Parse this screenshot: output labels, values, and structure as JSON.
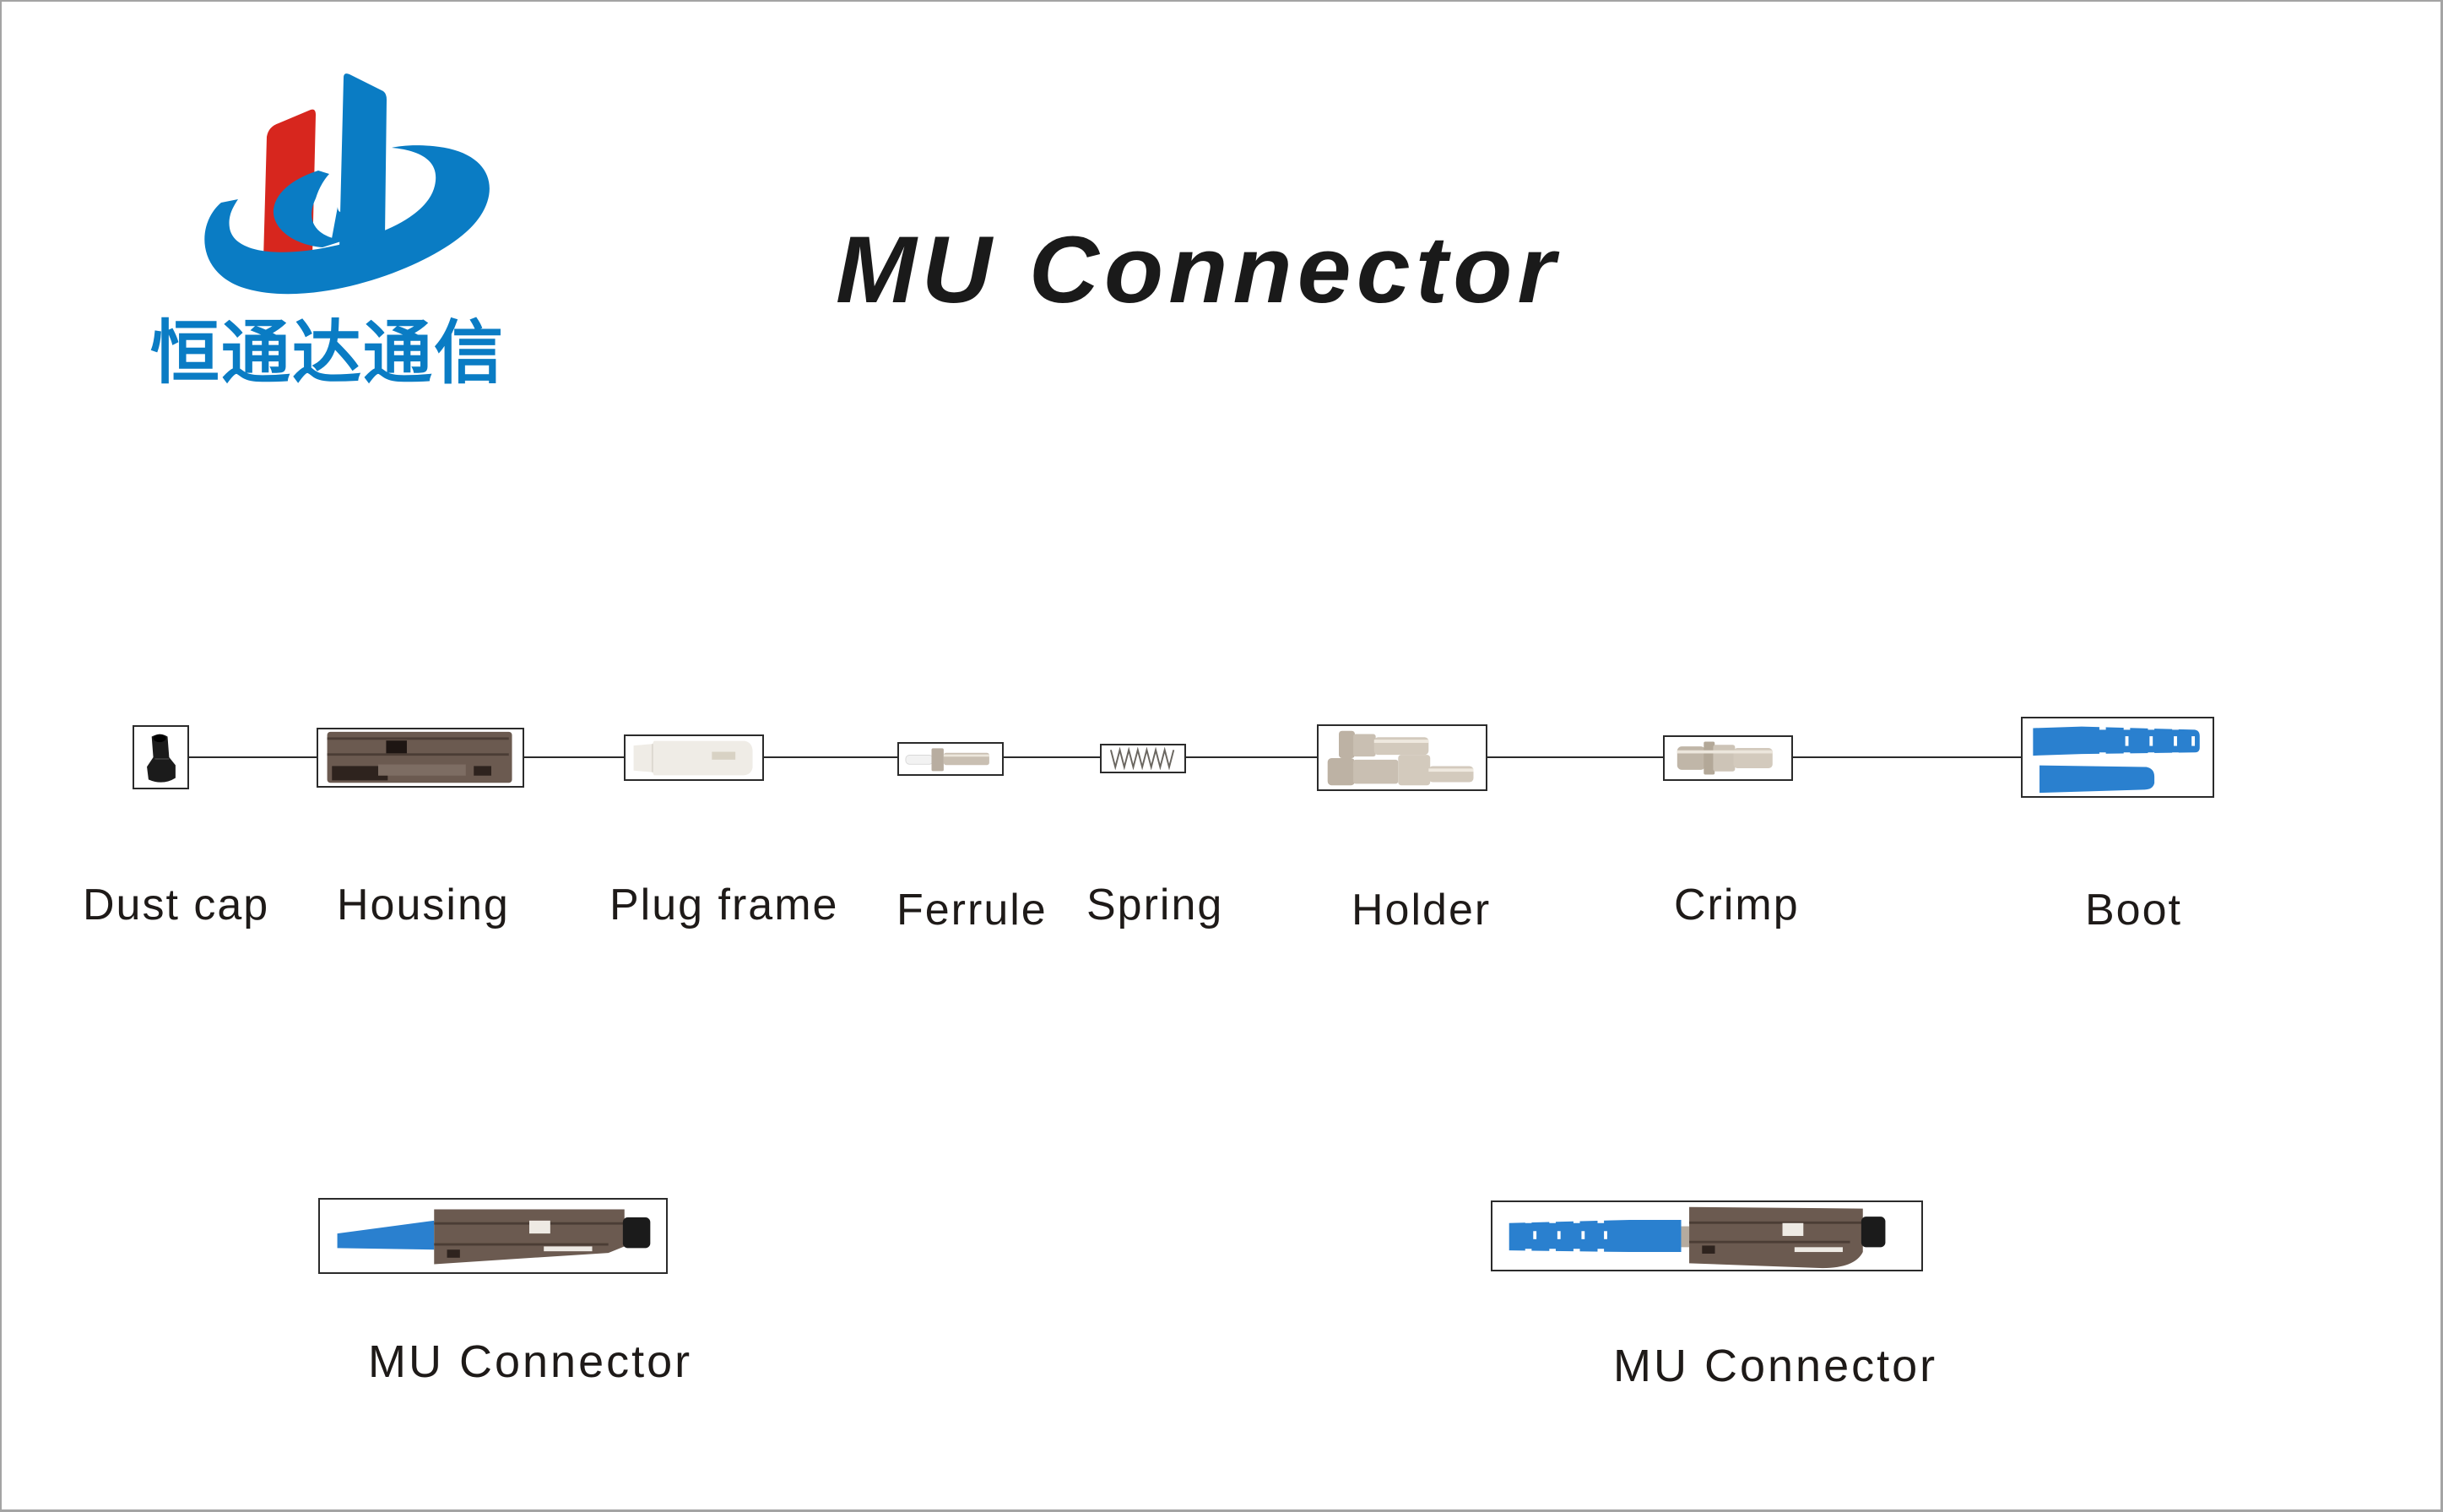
{
  "brand": {
    "company_name_cn": "恒通达通信",
    "colors": {
      "primary_blue": "#0a7cc4",
      "accent_red": "#d7261e"
    }
  },
  "title": "MU Connector",
  "components": [
    {
      "id": "dust-cap",
      "label": "Dust cap"
    },
    {
      "id": "housing",
      "label": "Housing"
    },
    {
      "id": "plug-frame",
      "label": "Plug frame"
    },
    {
      "id": "ferrule",
      "label": "Ferrule"
    },
    {
      "id": "spring",
      "label": "Spring"
    },
    {
      "id": "holder",
      "label": "Holder"
    },
    {
      "id": "crimp",
      "label": "Crimp"
    },
    {
      "id": "boot",
      "label": "Boot"
    }
  ],
  "assemblies": [
    {
      "id": "assembled-short-boot",
      "label": "MU Connector"
    },
    {
      "id": "assembled-long-boot",
      "label": "MU Connector"
    }
  ],
  "colors": {
    "housing_brown": "#6b5a50",
    "boot_blue": "#2a80cf",
    "metal": "#c9bfb2",
    "dust_cap_black": "#1b1b1b",
    "plug_frame_white": "#efece6"
  }
}
